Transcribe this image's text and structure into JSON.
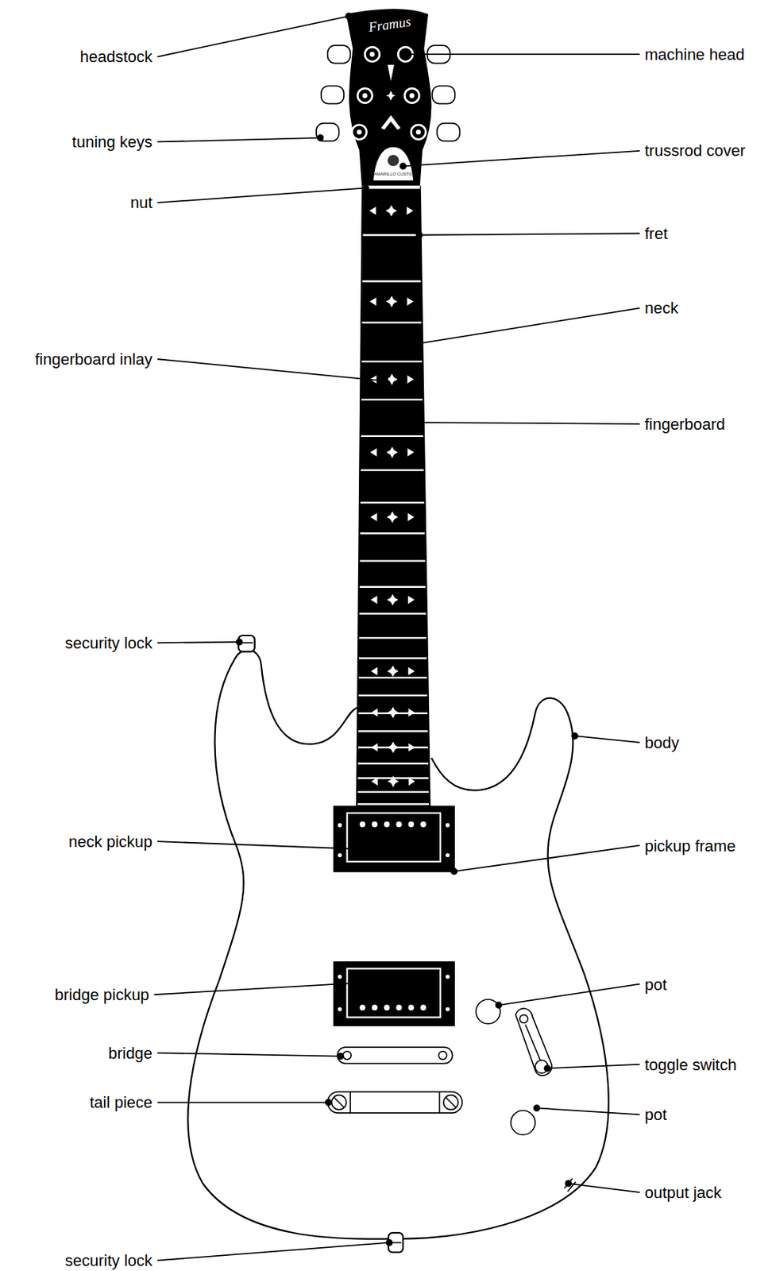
{
  "diagram": {
    "labels": [
      "headstock",
      "Framus",
      "machine head",
      "tuning keys",
      "trussrod cover",
      "CAMARILLO CUSTOM",
      "nut",
      "fret",
      "neck",
      "fingerboard inlay",
      "fingerboard",
      "security lock",
      "body",
      "neck pickup",
      "pickup frame",
      "bridge pickup",
      "pot",
      "bridge",
      "toggle switch",
      "tail piece",
      "pot",
      "output jack",
      "security lock"
    ]
  }
}
